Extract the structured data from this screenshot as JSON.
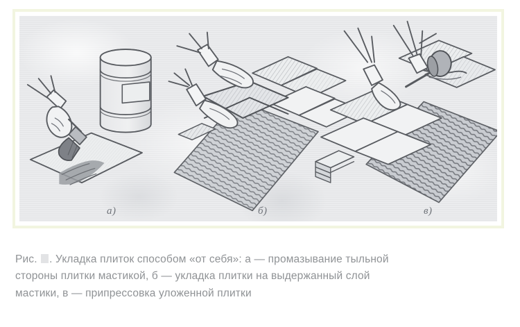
{
  "figure": {
    "frame_border_color": "#f2f5e0",
    "canvas_background": "#e9eaec",
    "alt": "Укладка плиток способом «от себя»",
    "panels": [
      {
        "id": "a",
        "label": "а)",
        "description": "промазывание тыльной стороны плитки мастикой",
        "elements": [
          "bucket-of-mastic",
          "hand-with-brush",
          "tile"
        ]
      },
      {
        "id": "b",
        "label": "б)",
        "description": "укладка плитки на выдержанный слой мастики",
        "elements": [
          "two-hands",
          "tile-being-placed",
          "mastic-layer",
          "laid-tiles"
        ]
      },
      {
        "id": "c",
        "label": "в)",
        "description": "припрессовка уложенной плитки",
        "elements": [
          "hand-with-mallet",
          "hand-pressing-tile",
          "mastic-layer",
          "laid-tiles",
          "tile-stack"
        ]
      }
    ]
  },
  "caption": {
    "prefix": "Рис. ",
    "number_redacted": true,
    "text": ". Укладка плиток способом «от себя»: а — промазывание тыльной стороны плитки мастикой, б — укладка плитки на выдержанный слой мастики, в — припрессовка уложенной плитки",
    "text_color": "#8f9295"
  }
}
